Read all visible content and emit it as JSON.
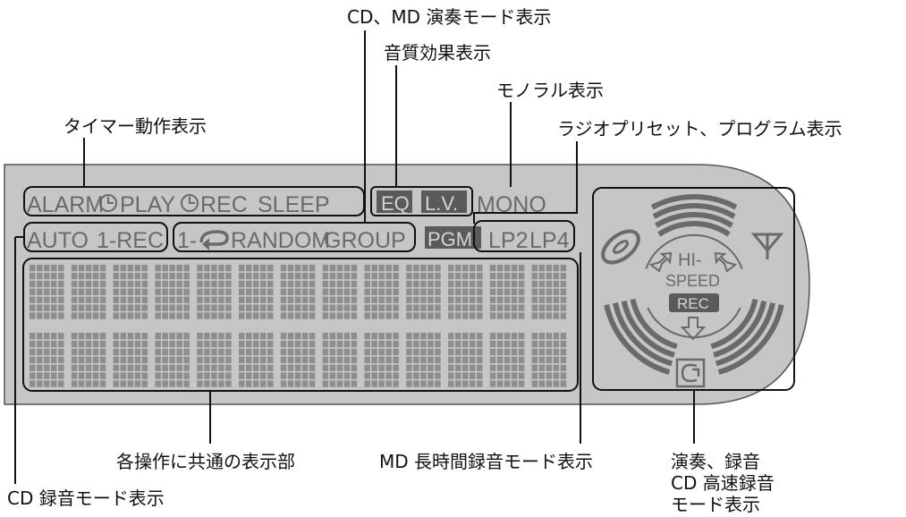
{
  "callouts": {
    "cd_md_play_mode": "CD、MD 演奏モード表示",
    "sound_effect": "音質効果表示",
    "mono": "モノラル表示",
    "timer": "タイマー動作表示",
    "radio_preset": "ラジオプリセット、プログラム表示",
    "common_display": "各操作に共通の表示部",
    "md_longplay": "MD 長時間録音モード表示",
    "cd_rec_mode": "CD 録音モード表示",
    "playrec_line1": "演奏、録音",
    "playrec_line2": "CD 高速録音",
    "playrec_line3": "モード表示"
  },
  "lcd": {
    "row1": {
      "alarm": "ALARM",
      "play": "PLAY",
      "rec": "REC",
      "sleep": "SLEEP",
      "eq": "EQ",
      "lv": "L.V.",
      "mono": "MONO"
    },
    "row2": {
      "auto": "AUTO",
      "one_rec": "1-REC",
      "one_repeat": "1-",
      "random": "RANDOM",
      "group": "GROUP",
      "pgm": "PGM",
      "lp2": "LP2",
      "lp4": "LP4"
    },
    "speed": {
      "hi": "HI-",
      "speed": "SPEED",
      "rec": "REC"
    }
  },
  "colors": {
    "lcd_bg": "#c6c6c6",
    "segment": "#6a6a6a",
    "segment_dark": "#5a5a5a",
    "dot": "#8e8e8e",
    "inverse_text": "#d4d4d4"
  }
}
